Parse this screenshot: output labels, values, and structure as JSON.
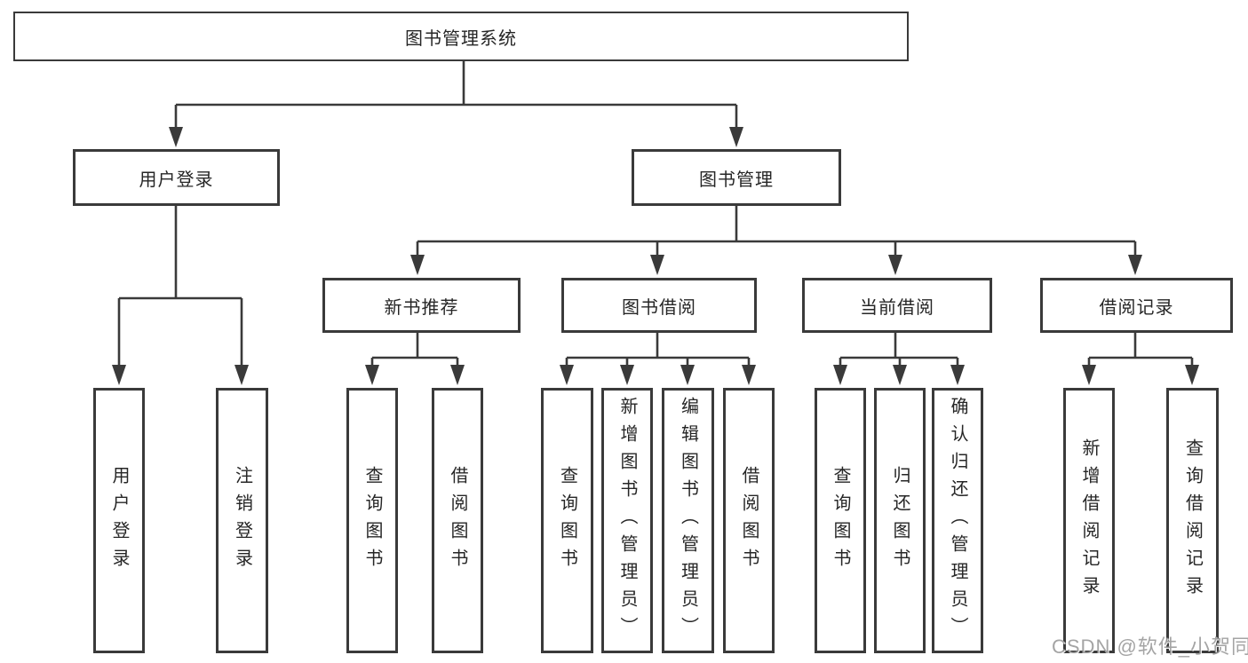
{
  "diagram_type": "functional-structure-tree",
  "colors": {
    "background": "#ffffff",
    "line": "#3a3a3a",
    "box_border": "#3a3a3a",
    "text": "#262626",
    "watermark": "#949494"
  },
  "tree": {
    "label": "图书管理系统",
    "children": [
      {
        "label": "用户登录",
        "children": [
          {
            "label": "用户登录"
          },
          {
            "label": "注销登录"
          }
        ]
      },
      {
        "label": "图书管理",
        "children": [
          {
            "label": "新书推荐",
            "children": [
              {
                "label": "查询图书"
              },
              {
                "label": "借阅图书"
              }
            ]
          },
          {
            "label": "图书借阅",
            "children": [
              {
                "label": "查询图书"
              },
              {
                "label": "新增图书（管理员）"
              },
              {
                "label": "编辑图书（管理员）"
              },
              {
                "label": "借阅图书"
              }
            ]
          },
          {
            "label": "当前借阅",
            "children": [
              {
                "label": "查询图书"
              },
              {
                "label": "归还图书"
              },
              {
                "label": "确认归还（管理员）"
              }
            ]
          },
          {
            "label": "借阅记录",
            "children": [
              {
                "label": "新增借阅记录"
              },
              {
                "label": "查询借阅记录"
              }
            ]
          }
        ]
      }
    ]
  },
  "watermark": "CSDN @软件_小贺同学"
}
